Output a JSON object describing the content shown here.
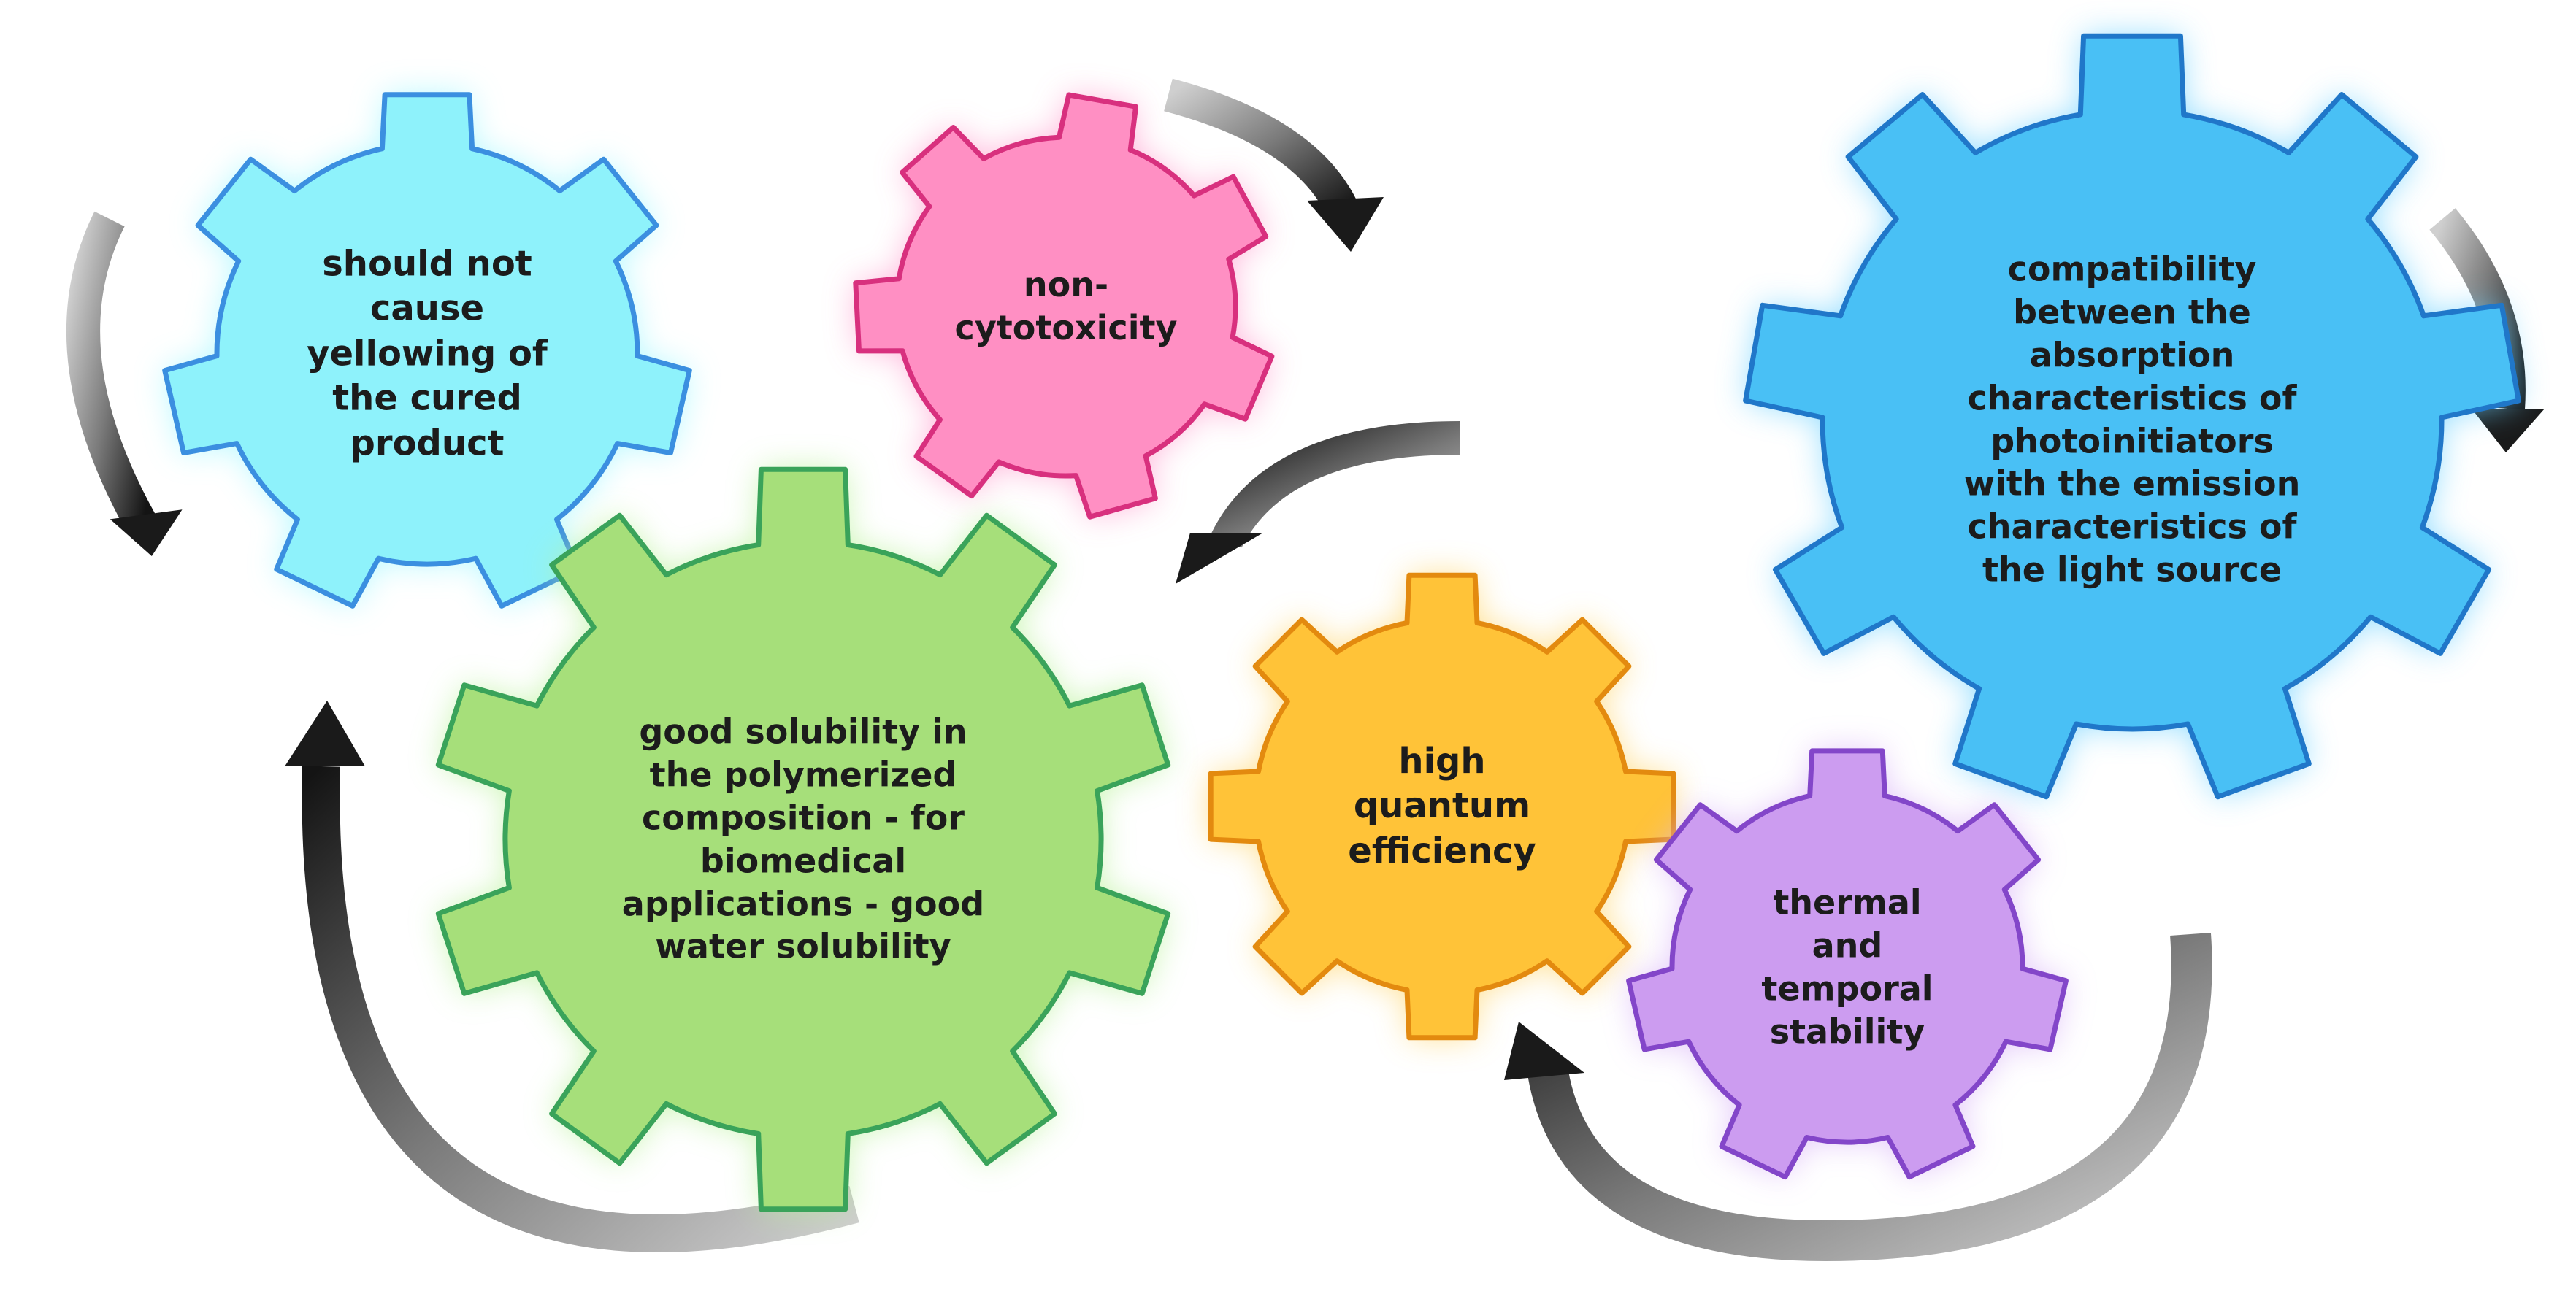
{
  "gears": [
    {
      "id": "yellowing",
      "label": "should not\ncause\nyellowing of\nthe cured\nproduct",
      "fill": "#8ef2fb",
      "stroke": "#3b8fe0",
      "glow": "#9ef7ff",
      "icon": "gear-icon"
    },
    {
      "id": "cytotoxicity",
      "label": "non-\ncytotoxicity",
      "fill": "#ff8fc3",
      "stroke": "#d8307e",
      "glow": "#ff9ccd",
      "icon": "gear-icon"
    },
    {
      "id": "compatibility",
      "label": "compatibility\nbetween the\nabsorption\ncharacteristics of\nphotoinitiators\nwith the emission\ncharacteristics of\nthe light source",
      "fill": "#49c0f5",
      "stroke": "#2077c9",
      "glow": "#6fd2ff",
      "icon": "gear-icon"
    },
    {
      "id": "solubility",
      "label": "good solubility in\nthe polymerized\ncomposition - for\nbiomedical\napplications - good\nwater solubility",
      "fill": "#a6df7a",
      "stroke": "#3aa35a",
      "glow": "#b9f29a",
      "icon": "gear-icon"
    },
    {
      "id": "quantum",
      "label": "high\nquantum\nefficiency",
      "fill": "#ffc338",
      "stroke": "#e38a0f",
      "glow": "#ffd56a",
      "icon": "gear-icon"
    },
    {
      "id": "stability",
      "label": "thermal\nand\ntemporal\nstability",
      "fill": "#cc9cf0",
      "stroke": "#8346c9",
      "glow": "#d9b4f7",
      "icon": "gear-icon"
    }
  ],
  "arrows": [
    {
      "id": "arrow-left-top",
      "icon": "curved-arrow-icon"
    },
    {
      "id": "arrow-pink-top",
      "icon": "curved-arrow-icon"
    },
    {
      "id": "arrow-right-top",
      "icon": "curved-arrow-icon"
    },
    {
      "id": "arrow-middle",
      "icon": "curved-arrow-icon"
    },
    {
      "id": "arrow-left-bottom",
      "icon": "curved-arrow-icon"
    },
    {
      "id": "arrow-right-bottom",
      "icon": "curved-arrow-icon"
    }
  ]
}
